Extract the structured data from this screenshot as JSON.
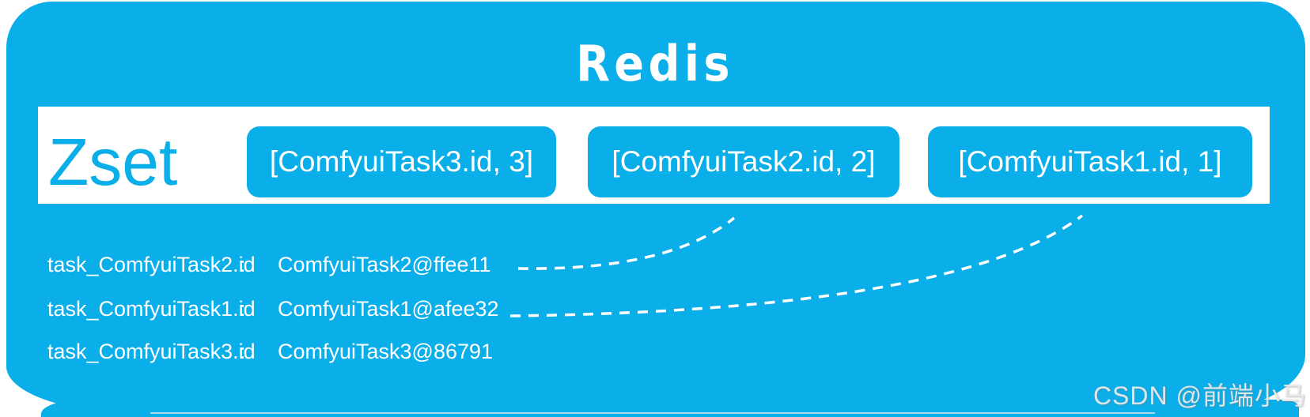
{
  "colors": {
    "primary_blue": "#0aaee9",
    "band_white": "#ffffff",
    "text_white": "#ffffff",
    "watermark_gray": "#e9e9e9"
  },
  "title": "Redis",
  "zset_section": {
    "label": "Zset",
    "entries": [
      {
        "label": "[ComfyuiTask3.id, 3]"
      },
      {
        "label": "[ComfyuiTask2.id, 2]"
      },
      {
        "label": "[ComfyuiTask1.id, 1]"
      }
    ]
  },
  "kv_pairs": [
    {
      "key": "task_ComfyuiTask2.id",
      "separator": ":",
      "value": "ComfyuiTask2@ffee11"
    },
    {
      "key": "task_ComfyuiTask1.id",
      "separator": ":",
      "value": "ComfyuiTask1@afee32"
    },
    {
      "key": "task_ComfyuiTask3.id",
      "separator": ":",
      "value": "ComfyuiTask3@86791"
    }
  ],
  "watermark": "CSDN @前端小马"
}
